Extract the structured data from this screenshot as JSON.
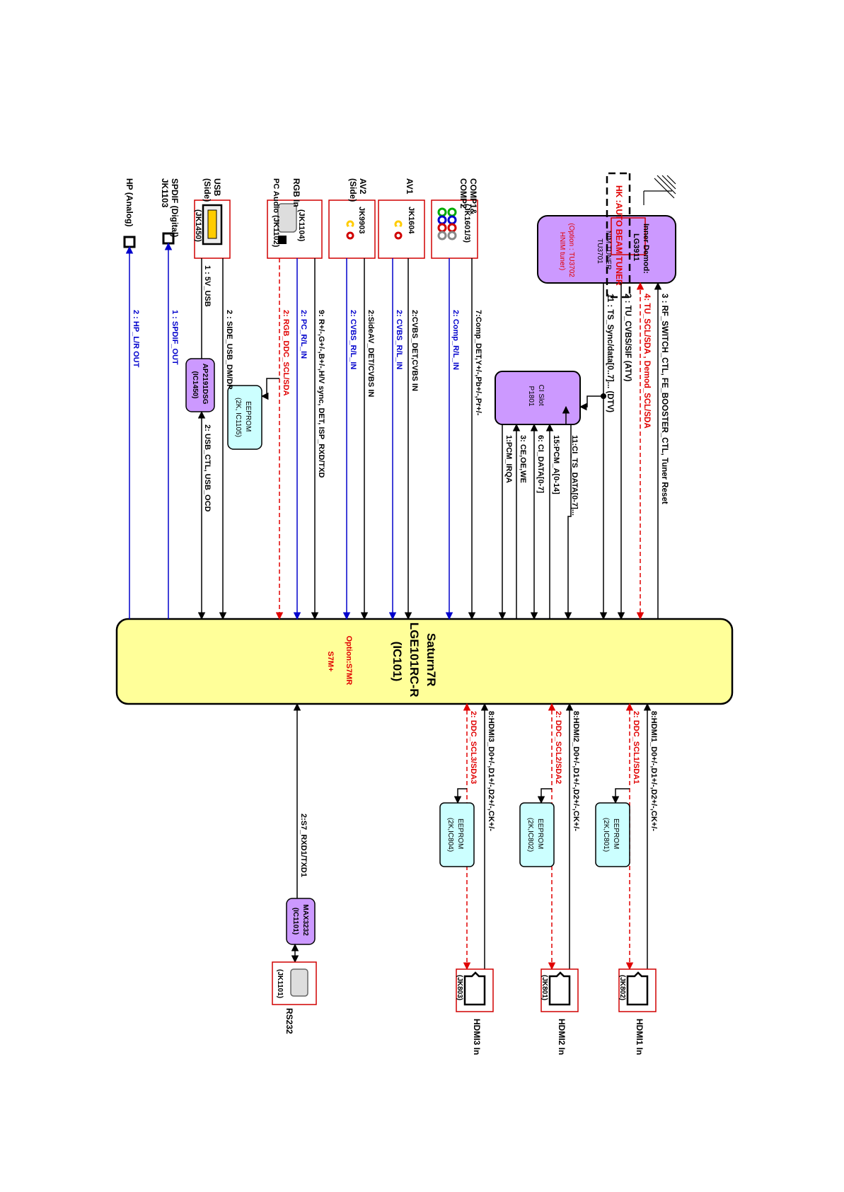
{
  "main_ic": {
    "lines": [
      "Saturn7R",
      "LGE101RC-R",
      "(IC101)"
    ],
    "option_lines": [
      "Option:S7MR",
      "S7M+"
    ]
  },
  "colors": {
    "ic_fill": "#ffff99",
    "chip_fill": "#cc99ff",
    "eeprom_fill": "#ccffff",
    "signal_blue": "#0000cc",
    "signal_red": "#e00000",
    "line_black": "#000000",
    "conn_border": "#d00000"
  },
  "tuner": {
    "demod_lines": [
      "Inner Demod:",
      "LG3911"
    ],
    "name_lines": [
      "NIM TUNER",
      "TU3701"
    ],
    "option_lines": [
      "(Option : TU3702",
      "HNIM tuner)"
    ],
    "hk_label": "HK :AUTO BEAM TUNER"
  },
  "ci_slot": {
    "lines": [
      "CI Slot",
      "P1801"
    ]
  },
  "inputs": [
    {
      "label_lines": [
        "COMP1&",
        "COMP2"
      ],
      "connector": "(JK1601/3)"
    },
    {
      "label_lines": [
        "AV1"
      ],
      "connector": "JK1604"
    },
    {
      "label_lines": [
        "AV2",
        "(Side)"
      ],
      "connector": "JK9903"
    },
    {
      "label_lines": [
        "RGB In"
      ],
      "connector": ""
    },
    {
      "label_lines": [
        "PC Audio (JK1102)"
      ],
      "connector": "(JK1104)"
    },
    {
      "label_lines": [
        "USB",
        "(Side)"
      ],
      "connector": "(JK1450)"
    },
    {
      "label_lines": [
        "SPDIF (Digital)",
        "JK1103"
      ],
      "connector": ""
    },
    {
      "label_lines": [
        "HP (Analog)"
      ],
      "connector": ""
    }
  ],
  "ap_chip": {
    "lines": [
      "AP2191DSG",
      "(IC1450)"
    ]
  },
  "eeprom_pc": {
    "lines": [
      "EEPROM",
      "(2K, IC1105)"
    ]
  },
  "max_chip": {
    "lines": [
      "MAX3232",
      "(IC1101)"
    ]
  },
  "rs232": {
    "connector": "(JK1101)",
    "label": "RS232"
  },
  "hdmi": [
    {
      "jack": "(JK802)",
      "label": "HDMI1 In",
      "data_signal": "8:HDMI1_D0+/-,D1+/-,D2+/-,CK+/-",
      "ddc_signal": "2: DDC_SCL1/SDA1",
      "eeprom_lines": [
        "EEPROM",
        "(2K,IC801)"
      ]
    },
    {
      "jack": "(JK801)",
      "label": "HDMI2 In",
      "data_signal": "8:HDMI2_D0+/-,D1+/-,D2+/-,CK+/-",
      "ddc_signal": "2: DDC_SCL2/SDA2",
      "eeprom_lines": [
        "EEPROM",
        "(2K,IC802)"
      ]
    },
    {
      "jack": "(JK803)",
      "label": "HDMI3 In",
      "data_signal": "8:HDMI3_D0+/-,D1+/-,D2+/-,CK+/-",
      "ddc_signal": "2: DDC_SCL3/SDA3",
      "eeprom_lines": [
        "EEPROM",
        "(2K,IC804)"
      ]
    }
  ],
  "signals": {
    "tuner_rf": "3 : RF_SWITCH_CTL, FE_BOOSTER_CTL, Tuner Reset",
    "tuner_i2c": "4: TU_SCL/SDA , Demod_SCL/SDA",
    "tuner_cvbs": "2 : TU_CVBS/SIF  (ATV)",
    "tuner_ts": "11 : TS_Sync/data[0..7]...  (DTV)",
    "ci_ts": "11:CI_TS_DATA[0-7]...",
    "ci_pcm_a": "15:PCM_A[0-14]",
    "ci_data": "6: CI_DATA[0-7]",
    "ci_ce": "3: CE,OE,WE",
    "ci_irq": "1:PCM_IRQA",
    "comp_video": "7:Comp_DET,Y+/-,Pb+/-,Pr+/-",
    "comp_audio": "2: Comp_R/L_IN",
    "av1_video": "2:CVBS_DET,CVBS IN",
    "av1_audio": "2: CVBS_R/L_IN",
    "av2_video": "2:SideAV_DET/CVBS IN",
    "av2_audio": "2: CVBS_R/L_IN",
    "rgb_video": "9: R+/-,G+/-,B+/-,H/V sync, DET, ISP_RXD/TXD",
    "pc_audio": "2: PC_R/L_IN",
    "rgb_ddc": "2: RGB_DDC_SCL/SDA",
    "usb_dm": "2 : SIDE_USB_DM/DP",
    "usb_5v": "1 : 5V_USB",
    "usb_ctl": "2: USB_CTL, USB_OCD",
    "spdif": "1 : SPDIF_OUT",
    "hp": "2 : HP_L/R OUT",
    "rs232": "2:S7_RXD1/TXD1"
  }
}
